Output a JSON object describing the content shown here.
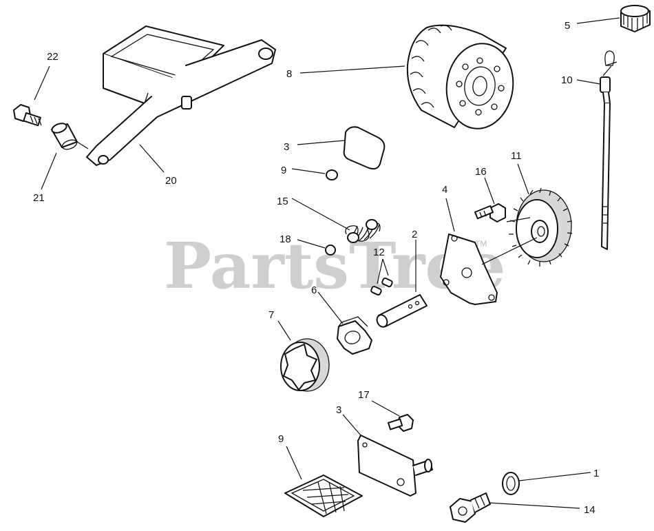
{
  "watermark": {
    "text": "PartsTree",
    "tm": "TM"
  },
  "callouts": {
    "c22": "22",
    "c21": "21",
    "c20": "20",
    "c8": "8",
    "c5": "5",
    "c10": "10",
    "c3a": "3",
    "c9a": "9",
    "c15": "15",
    "c18": "18",
    "c12": "12",
    "c2": "2",
    "c4": "4",
    "c16": "16",
    "c11": "11",
    "c6": "6",
    "c7": "7",
    "c17": "17",
    "c3b": "3",
    "c9b": "9",
    "c1": "1",
    "c14": "14"
  },
  "icons": [
    "oil-pan-bracket",
    "oil-filter",
    "dipstick",
    "gear",
    "spring",
    "bolt",
    "gasket",
    "screen"
  ]
}
